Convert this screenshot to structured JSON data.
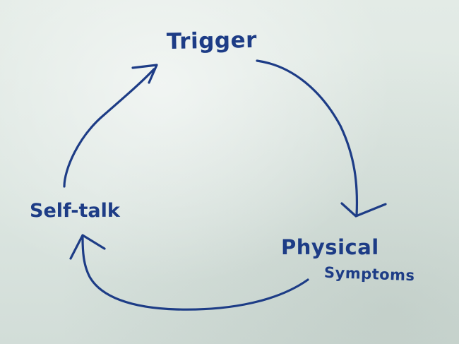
{
  "colors": {
    "ink": "#1d3c86",
    "paper": "#dfe8e3"
  },
  "nodes": {
    "trigger": "Trigger",
    "self_talk": "Self-talk",
    "physical": "Physical",
    "symptoms": "Symptoms"
  },
  "cycle": [
    {
      "from": "Trigger",
      "to": "Physical Symptoms"
    },
    {
      "from": "Physical Symptoms",
      "to": "Self-talk"
    },
    {
      "from": "Self-talk",
      "to": "Trigger"
    }
  ]
}
